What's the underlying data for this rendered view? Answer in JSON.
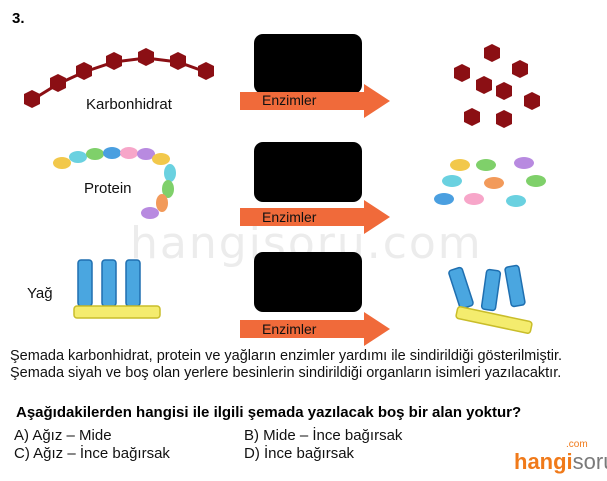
{
  "question_number": "3.",
  "labels": {
    "carbohydrate": "Karbonhidrat",
    "protein": "Protein",
    "fat": "Yağ"
  },
  "arrow_label": "Enzimler",
  "description": "Şemada karbonhidrat, protein ve yağların enzimler yardımı ile sindirildiği gösterilmiştir. Şemada siyah ve boş olan yerlere besinlerin sindirildiği organların isimleri yazılacaktır.",
  "question": "Aşağıdakilerden hangisi ile ilgili şemada yazılacak boş bir alan yoktur?",
  "options": {
    "a": "A) Ağız – Mide",
    "b": "B) Mide – İnce bağırsak",
    "c": "C) Ağız – İnce bağırsak",
    "d": "D) İnce bağırsak"
  },
  "watermark": "hangisoru.com",
  "logo": {
    "h": "hangi",
    "s": "soru",
    "com": ".com"
  },
  "colors": {
    "hexagon": "#8b0f14",
    "arrow": "#f06a3a",
    "fat_blue": "#4aa6e0",
    "fat_yellow": "#f4ec6e"
  }
}
